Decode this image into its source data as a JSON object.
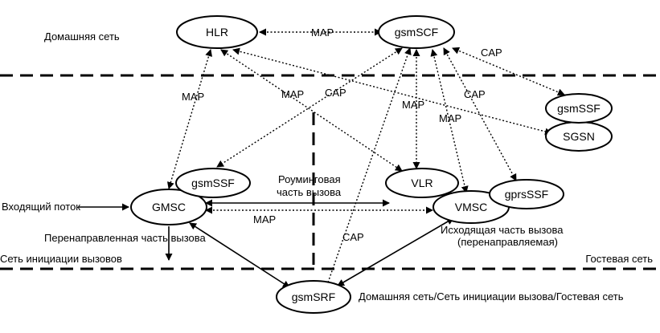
{
  "zones": {
    "home": "Домашняя сеть",
    "origination": "Сеть инициации вызовов",
    "visited": "Гостевая сеть",
    "combined": "Домашняя сеть/Сеть инициации вызова/Гостевая сеть"
  },
  "nodes": {
    "hlr": "HLR",
    "gsmscf": "gsmSCF",
    "gsmssf_top": "gsmSSF",
    "sgsn": "SGSN",
    "gsmssf_mid": "gsmSSF",
    "gmsc": "GMSC",
    "vlr": "VLR",
    "vmsc": "VMSC",
    "gprsssf": "gprsSSF",
    "gsmsrf": "gsmSRF"
  },
  "labels": {
    "map_hlr_scf": "MAP",
    "cap_scf_ssf": "CAP",
    "map_hlr_gmsc": "MAP",
    "map_hlr_vlr": "MAP",
    "cap_scf_gmsc": "CAP",
    "map_scf_vlr": "MAP",
    "map_scf_vmsc": "MAP",
    "cap_scf_gprs": "CAP",
    "roaming_line1": "Роуминговая",
    "roaming_line2": "часть вызова",
    "map_gmsc_vmsc": "MAP",
    "cap_srf_scf": "CAP",
    "incoming": "Входящий поток",
    "forwarded": "Перенаправленная часть вызова",
    "outgoing_line1": "Исходящая часть вызова",
    "outgoing_line2": "(перенаправляемая)"
  }
}
